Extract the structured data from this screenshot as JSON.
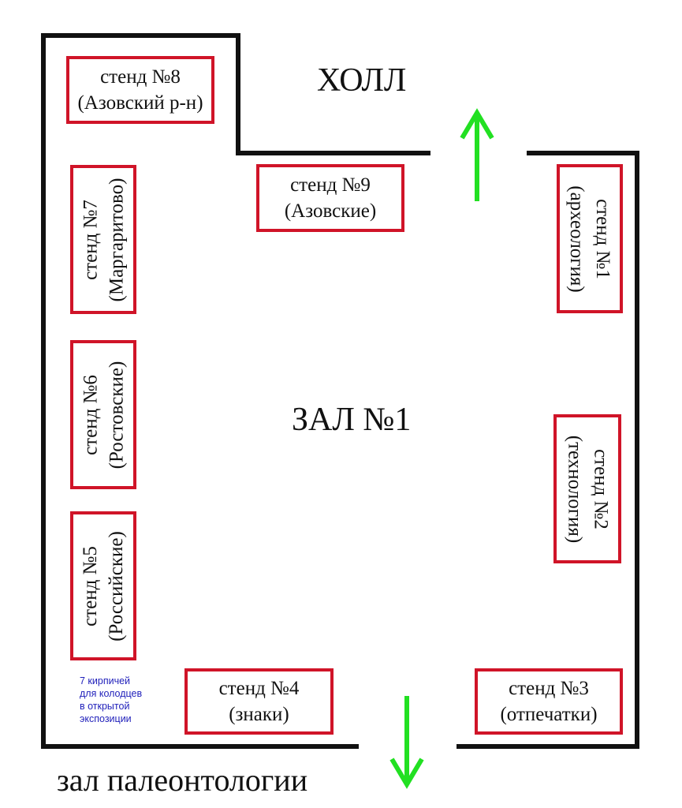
{
  "rooms": {
    "hall": "ХОЛЛ",
    "main": "ЗАЛ №1",
    "exit": "зал палеонтологии"
  },
  "stands": [
    {
      "id": 1,
      "title": "стенд №1",
      "subtitle": "(археология)"
    },
    {
      "id": 2,
      "title": "стенд №2",
      "subtitle": "(технология)"
    },
    {
      "id": 3,
      "title": "стенд №3",
      "subtitle": "(отпечатки)"
    },
    {
      "id": 4,
      "title": "стенд №4",
      "subtitle": "(знаки)"
    },
    {
      "id": 5,
      "title": "стенд №5",
      "subtitle": "(Российские)"
    },
    {
      "id": 6,
      "title": "стенд №6",
      "subtitle": "(Ростовские)"
    },
    {
      "id": 7,
      "title": "стенд №7",
      "subtitle": "(Маргаритово)"
    },
    {
      "id": 8,
      "title": "стенд №8",
      "subtitle": "(Азовский р-н)"
    },
    {
      "id": 9,
      "title": "стенд №9",
      "subtitle": "(Азовские)"
    }
  ],
  "note": [
    "7 кирпичей",
    "для колодцев",
    "в открытой",
    "экспозиции"
  ],
  "colors": {
    "wall": "#111111",
    "stand_border": "#d01428",
    "arrow": "#22e022",
    "note": "#2222bb"
  },
  "icons": {
    "to_hall": "arrow-up-icon",
    "to_paleontology": "arrow-down-icon"
  }
}
